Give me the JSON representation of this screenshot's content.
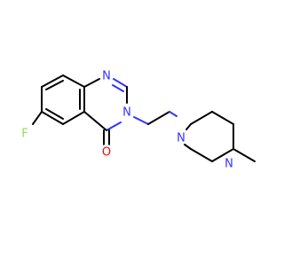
{
  "molecule": {
    "atoms": {
      "F": {
        "symbol": "F",
        "color": "#90e050"
      },
      "N1": {
        "symbol": "N",
        "color": "#3333ff"
      },
      "N3": {
        "symbol": "N",
        "color": "#3333ff"
      },
      "O": {
        "symbol": "O",
        "color": "#ff0000"
      },
      "Np1": {
        "symbol": "N",
        "color": "#3333ff"
      },
      "Np4": {
        "symbol": "N",
        "color": "#3333ff"
      }
    }
  }
}
